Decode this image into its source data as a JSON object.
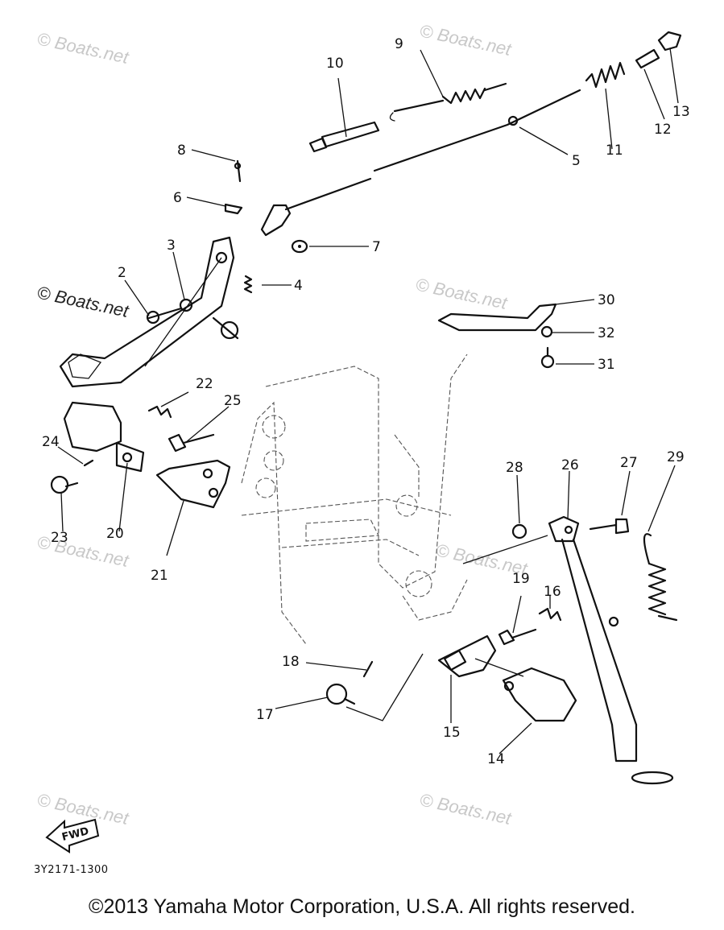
{
  "diagram": {
    "callouts": [
      "2",
      "3",
      "4",
      "5",
      "6",
      "7",
      "8",
      "9",
      "10",
      "11",
      "12",
      "13",
      "14",
      "15",
      "16",
      "17",
      "18",
      "19",
      "20",
      "21",
      "22",
      "23",
      "24",
      "25",
      "26",
      "27",
      "28",
      "29",
      "30",
      "31",
      "32"
    ],
    "watermark": "© Boats.net",
    "direction_marker": "FWD",
    "drawing_code": "3Y2171-1300"
  },
  "footer": {
    "copyright": "©2013 Yamaha Motor Corporation, U.S.A. All rights reserved."
  }
}
